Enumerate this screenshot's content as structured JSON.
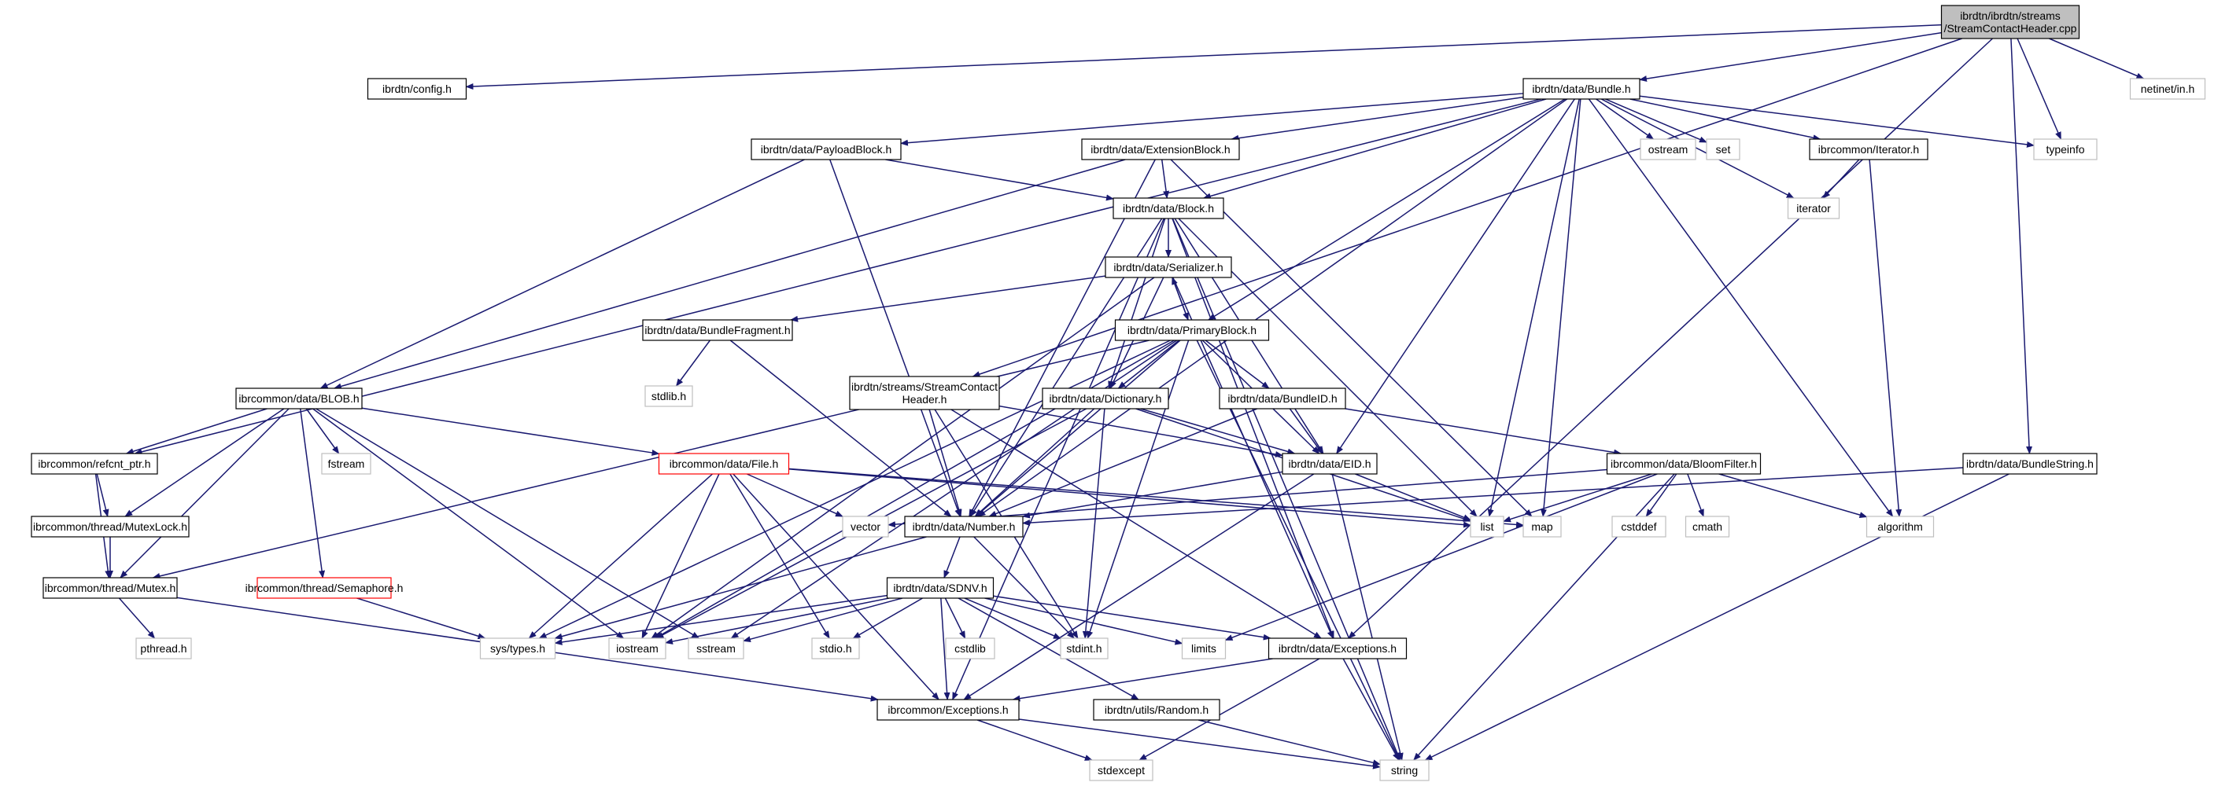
{
  "colors": {
    "edge": "#191970",
    "node_border": "#000000",
    "external_border": "#bfbfbf",
    "incomplete_border": "#ff0000",
    "root_fill": "#bfbfbf"
  },
  "nodes": [
    {
      "id": "root",
      "lines": [
        "ibrdtn/ibrdtn/streams",
        "/StreamContactHeader.cpp"
      ],
      "kind": "root"
    },
    {
      "id": "config",
      "lines": [
        "ibrdtn/config.h"
      ],
      "kind": "normal"
    },
    {
      "id": "bundle",
      "lines": [
        "ibrdtn/data/Bundle.h"
      ],
      "kind": "normal"
    },
    {
      "id": "netinet",
      "lines": [
        "netinet/in.h"
      ],
      "kind": "ext"
    },
    {
      "id": "payload",
      "lines": [
        "ibrdtn/data/PayloadBlock.h"
      ],
      "kind": "normal"
    },
    {
      "id": "extblock",
      "lines": [
        "ibrdtn/data/ExtensionBlock.h"
      ],
      "kind": "normal"
    },
    {
      "id": "ostream",
      "lines": [
        "ostream"
      ],
      "kind": "ext"
    },
    {
      "id": "set",
      "lines": [
        "set"
      ],
      "kind": "ext"
    },
    {
      "id": "iteratorh",
      "lines": [
        "ibrcommon/Iterator.h"
      ],
      "kind": "normal"
    },
    {
      "id": "typeinfo",
      "lines": [
        "typeinfo"
      ],
      "kind": "ext"
    },
    {
      "id": "iterator",
      "lines": [
        "iterator"
      ],
      "kind": "ext"
    },
    {
      "id": "block",
      "lines": [
        "ibrdtn/data/Block.h"
      ],
      "kind": "normal"
    },
    {
      "id": "serializer",
      "lines": [
        "ibrdtn/data/Serializer.h"
      ],
      "kind": "normal"
    },
    {
      "id": "fragment",
      "lines": [
        "ibrdtn/data/BundleFragment.h"
      ],
      "kind": "normal"
    },
    {
      "id": "primary",
      "lines": [
        "ibrdtn/data/PrimaryBlock.h"
      ],
      "kind": "normal"
    },
    {
      "id": "stdlib",
      "lines": [
        "stdlib.h"
      ],
      "kind": "ext"
    },
    {
      "id": "blob",
      "lines": [
        "ibrcommon/data/BLOB.h"
      ],
      "kind": "normal"
    },
    {
      "id": "sch",
      "lines": [
        "ibrdtn/streams/StreamContact",
        "Header.h"
      ],
      "kind": "normal"
    },
    {
      "id": "dictionary",
      "lines": [
        "ibrdtn/data/Dictionary.h"
      ],
      "kind": "normal"
    },
    {
      "id": "bundleid",
      "lines": [
        "ibrdtn/data/BundleID.h"
      ],
      "kind": "normal"
    },
    {
      "id": "refcnt",
      "lines": [
        "ibrcommon/refcnt_ptr.h"
      ],
      "kind": "normal"
    },
    {
      "id": "fstream",
      "lines": [
        "fstream"
      ],
      "kind": "ext"
    },
    {
      "id": "file",
      "lines": [
        "ibrcommon/data/File.h"
      ],
      "kind": "red"
    },
    {
      "id": "eid",
      "lines": [
        "ibrdtn/data/EID.h"
      ],
      "kind": "normal"
    },
    {
      "id": "bloom",
      "lines": [
        "ibrcommon/data/BloomFilter.h"
      ],
      "kind": "normal"
    },
    {
      "id": "bstring",
      "lines": [
        "ibrdtn/data/BundleString.h"
      ],
      "kind": "normal"
    },
    {
      "id": "mutexlock",
      "lines": [
        "ibrcommon/thread/MutexLock.h"
      ],
      "kind": "normal"
    },
    {
      "id": "vector",
      "lines": [
        "vector"
      ],
      "kind": "ext"
    },
    {
      "id": "number",
      "lines": [
        "ibrdtn/data/Number.h"
      ],
      "kind": "normal"
    },
    {
      "id": "list",
      "lines": [
        "list"
      ],
      "kind": "ext"
    },
    {
      "id": "map",
      "lines": [
        "map"
      ],
      "kind": "ext"
    },
    {
      "id": "cstddef",
      "lines": [
        "cstddef"
      ],
      "kind": "ext"
    },
    {
      "id": "cmath",
      "lines": [
        "cmath"
      ],
      "kind": "ext"
    },
    {
      "id": "algorithm",
      "lines": [
        "algorithm"
      ],
      "kind": "ext"
    },
    {
      "id": "mutex",
      "lines": [
        "ibrcommon/thread/Mutex.h"
      ],
      "kind": "normal"
    },
    {
      "id": "semaphore",
      "lines": [
        "ibrcommon/thread/Semaphore.h"
      ],
      "kind": "red"
    },
    {
      "id": "sdnv",
      "lines": [
        "ibrdtn/data/SDNV.h"
      ],
      "kind": "normal"
    },
    {
      "id": "pthread",
      "lines": [
        "pthread.h"
      ],
      "kind": "ext"
    },
    {
      "id": "systypes",
      "lines": [
        "sys/types.h"
      ],
      "kind": "ext"
    },
    {
      "id": "iostream",
      "lines": [
        "iostream"
      ],
      "kind": "ext"
    },
    {
      "id": "sstream",
      "lines": [
        "sstream"
      ],
      "kind": "ext"
    },
    {
      "id": "stdio",
      "lines": [
        "stdio.h"
      ],
      "kind": "ext"
    },
    {
      "id": "cstdlib",
      "lines": [
        "cstdlib"
      ],
      "kind": "ext"
    },
    {
      "id": "stdint",
      "lines": [
        "stdint.h"
      ],
      "kind": "ext"
    },
    {
      "id": "limits",
      "lines": [
        "limits"
      ],
      "kind": "ext"
    },
    {
      "id": "exceptions",
      "lines": [
        "ibrdtn/data/Exceptions.h"
      ],
      "kind": "normal"
    },
    {
      "id": "random",
      "lines": [
        "ibrdtn/utils/Random.h"
      ],
      "kind": "normal"
    },
    {
      "id": "icexc",
      "lines": [
        "ibrcommon/Exceptions.h"
      ],
      "kind": "normal"
    },
    {
      "id": "stdexcept",
      "lines": [
        "stdexcept"
      ],
      "kind": "ext"
    },
    {
      "id": "string",
      "lines": [
        "string"
      ],
      "kind": "ext"
    }
  ],
  "edges": [
    [
      "root",
      "config"
    ],
    [
      "root",
      "bundle"
    ],
    [
      "root",
      "netinet"
    ],
    [
      "root",
      "typeinfo"
    ],
    [
      "root",
      "sch"
    ],
    [
      "root",
      "bstring"
    ],
    [
      "root",
      "exceptions"
    ],
    [
      "bundle",
      "payload"
    ],
    [
      "bundle",
      "extblock"
    ],
    [
      "bundle",
      "ostream"
    ],
    [
      "bundle",
      "set"
    ],
    [
      "bundle",
      "iteratorh"
    ],
    [
      "bundle",
      "typeinfo"
    ],
    [
      "bundle",
      "iterator"
    ],
    [
      "bundle",
      "block"
    ],
    [
      "bundle",
      "primary"
    ],
    [
      "bundle",
      "eid"
    ],
    [
      "bundle",
      "list"
    ],
    [
      "bundle",
      "map"
    ],
    [
      "bundle",
      "algorithm"
    ],
    [
      "bundle",
      "refcnt"
    ],
    [
      "bundle",
      "number"
    ],
    [
      "iteratorh",
      "iterator"
    ],
    [
      "iteratorh",
      "algorithm"
    ],
    [
      "payload",
      "block"
    ],
    [
      "payload",
      "blob"
    ],
    [
      "payload",
      "number"
    ],
    [
      "extblock",
      "block"
    ],
    [
      "extblock",
      "blob"
    ],
    [
      "extblock",
      "number"
    ],
    [
      "extblock",
      "map"
    ],
    [
      "block",
      "serializer"
    ],
    [
      "block",
      "dictionary"
    ],
    [
      "block",
      "eid"
    ],
    [
      "block",
      "list"
    ],
    [
      "block",
      "number"
    ],
    [
      "block",
      "string"
    ],
    [
      "block",
      "exceptions"
    ],
    [
      "block",
      "icexc"
    ],
    [
      "serializer",
      "fragment"
    ],
    [
      "serializer",
      "primary"
    ],
    [
      "serializer",
      "dictionary"
    ],
    [
      "serializer",
      "iostream"
    ],
    [
      "serializer",
      "exceptions"
    ],
    [
      "fragment",
      "stdlib"
    ],
    [
      "fragment",
      "number"
    ],
    [
      "primary",
      "serializer"
    ],
    [
      "primary",
      "dictionary"
    ],
    [
      "primary",
      "bundleid"
    ],
    [
      "primary",
      "eid"
    ],
    [
      "primary",
      "number"
    ],
    [
      "primary",
      "stdint"
    ],
    [
      "primary",
      "string"
    ],
    [
      "primary",
      "iostream"
    ],
    [
      "primary",
      "mutex"
    ],
    [
      "primary",
      "sstream"
    ],
    [
      "primary",
      "systypes"
    ],
    [
      "blob",
      "refcnt"
    ],
    [
      "blob",
      "fstream"
    ],
    [
      "blob",
      "file"
    ],
    [
      "blob",
      "mutexlock"
    ],
    [
      "blob",
      "mutex"
    ],
    [
      "blob",
      "semaphore"
    ],
    [
      "blob",
      "iostream"
    ],
    [
      "blob",
      "sstream"
    ],
    [
      "sch",
      "eid"
    ],
    [
      "sch",
      "number"
    ],
    [
      "sch",
      "stdint"
    ],
    [
      "sch",
      "exceptions"
    ],
    [
      "dictionary",
      "eid"
    ],
    [
      "dictionary",
      "number"
    ],
    [
      "dictionary",
      "stdint"
    ],
    [
      "dictionary",
      "list"
    ],
    [
      "dictionary",
      "iostream"
    ],
    [
      "bundleid",
      "eid"
    ],
    [
      "bundleid",
      "number"
    ],
    [
      "bundleid",
      "bloom"
    ],
    [
      "refcnt",
      "mutexlock"
    ],
    [
      "refcnt",
      "mutex"
    ],
    [
      "file",
      "vector"
    ],
    [
      "file",
      "list"
    ],
    [
      "file",
      "map"
    ],
    [
      "file",
      "iostream"
    ],
    [
      "file",
      "stdio"
    ],
    [
      "file",
      "systypes"
    ],
    [
      "file",
      "icexc"
    ],
    [
      "eid",
      "number"
    ],
    [
      "eid",
      "string"
    ],
    [
      "eid",
      "list"
    ],
    [
      "eid",
      "icexc"
    ],
    [
      "bloom",
      "vector"
    ],
    [
      "bloom",
      "list"
    ],
    [
      "bloom",
      "cstddef"
    ],
    [
      "bloom",
      "cmath"
    ],
    [
      "bloom",
      "algorithm"
    ],
    [
      "bloom",
      "string"
    ],
    [
      "bloom",
      "limits"
    ],
    [
      "bstring",
      "number"
    ],
    [
      "bstring",
      "string"
    ],
    [
      "mutexlock",
      "mutex"
    ],
    [
      "number",
      "sdnv"
    ],
    [
      "number",
      "stdint"
    ],
    [
      "number",
      "systypes"
    ],
    [
      "mutex",
      "pthread"
    ],
    [
      "mutex",
      "icexc"
    ],
    [
      "semaphore",
      "systypes"
    ],
    [
      "sdnv",
      "systypes"
    ],
    [
      "sdnv",
      "iostream"
    ],
    [
      "sdnv",
      "sstream"
    ],
    [
      "sdnv",
      "stdio"
    ],
    [
      "sdnv",
      "cstdlib"
    ],
    [
      "sdnv",
      "stdint"
    ],
    [
      "sdnv",
      "limits"
    ],
    [
      "sdnv",
      "exceptions"
    ],
    [
      "sdnv",
      "random"
    ],
    [
      "sdnv",
      "icexc"
    ],
    [
      "exceptions",
      "icexc"
    ],
    [
      "exceptions",
      "string"
    ],
    [
      "exceptions",
      "stdexcept"
    ],
    [
      "random",
      "string"
    ],
    [
      "icexc",
      "stdexcept"
    ],
    [
      "icexc",
      "string"
    ]
  ]
}
